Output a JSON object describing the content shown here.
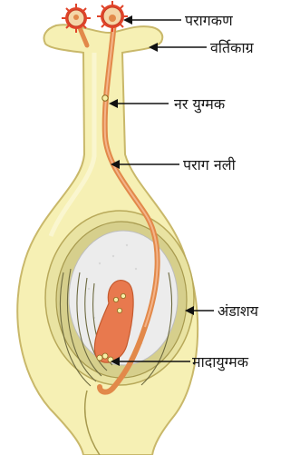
{
  "diagram": {
    "labels": {
      "pollen_grain": "परागकण",
      "stigma": "वर्तिकाग्र",
      "male_gamete": "नर  युग्मक",
      "pollen_tube": "पराग  नली",
      "ovary": "अंडाशय",
      "female_gamete": "मादायुग्मक"
    }
  },
  "colors": {
    "pistil_fill": "#f6f0b4",
    "pistil_stroke": "#c9b86a",
    "pollen_tube": "#e2894a",
    "pollen_spike": "#e0442a",
    "ovule_outer": "#cfc98a",
    "ovule_inner": "#ececec",
    "embryo_sac": "#e8794e",
    "leader_line": "#111111"
  }
}
